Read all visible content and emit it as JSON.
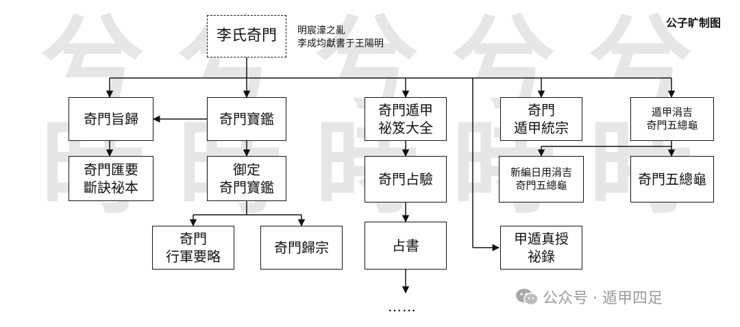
{
  "watermark": [
    "兮",
    "兮",
    "兮",
    "兮",
    "兮",
    "時",
    "時",
    "時",
    "時",
    "時"
  ],
  "brand": "公子旷制图",
  "nodes": {
    "root": "李氏奇門",
    "guigui": "奇門旨歸",
    "baojian": "奇門寶鑑",
    "dunjia_mijiao": "奇門遁甲\n祕笈大全",
    "dunjia_tongzong": "奇門\n遁甲統宗",
    "juji": "遁甲涓吉\n奇門五總龜",
    "huiyao": "奇門匯要\n斷訣祕本",
    "yuding": "御定\n奇門寶鑑",
    "zhanyan": "奇門占驗",
    "xinbian": "新編日用涓吉\n奇門五總龜",
    "wuzonggui": "奇門五總龜",
    "xingjun": "奇門\n行軍要略",
    "guizong": "奇門歸宗",
    "zhanshu": "占書",
    "zhenshou": "甲遁真授\n祕錄"
  },
  "note": "明宸濠之亂\n李成均獻書于王陽明",
  "ellipsis": "……",
  "footer": {
    "icon": "wechat-icon",
    "text": "公众号 · 遁甲四足"
  }
}
